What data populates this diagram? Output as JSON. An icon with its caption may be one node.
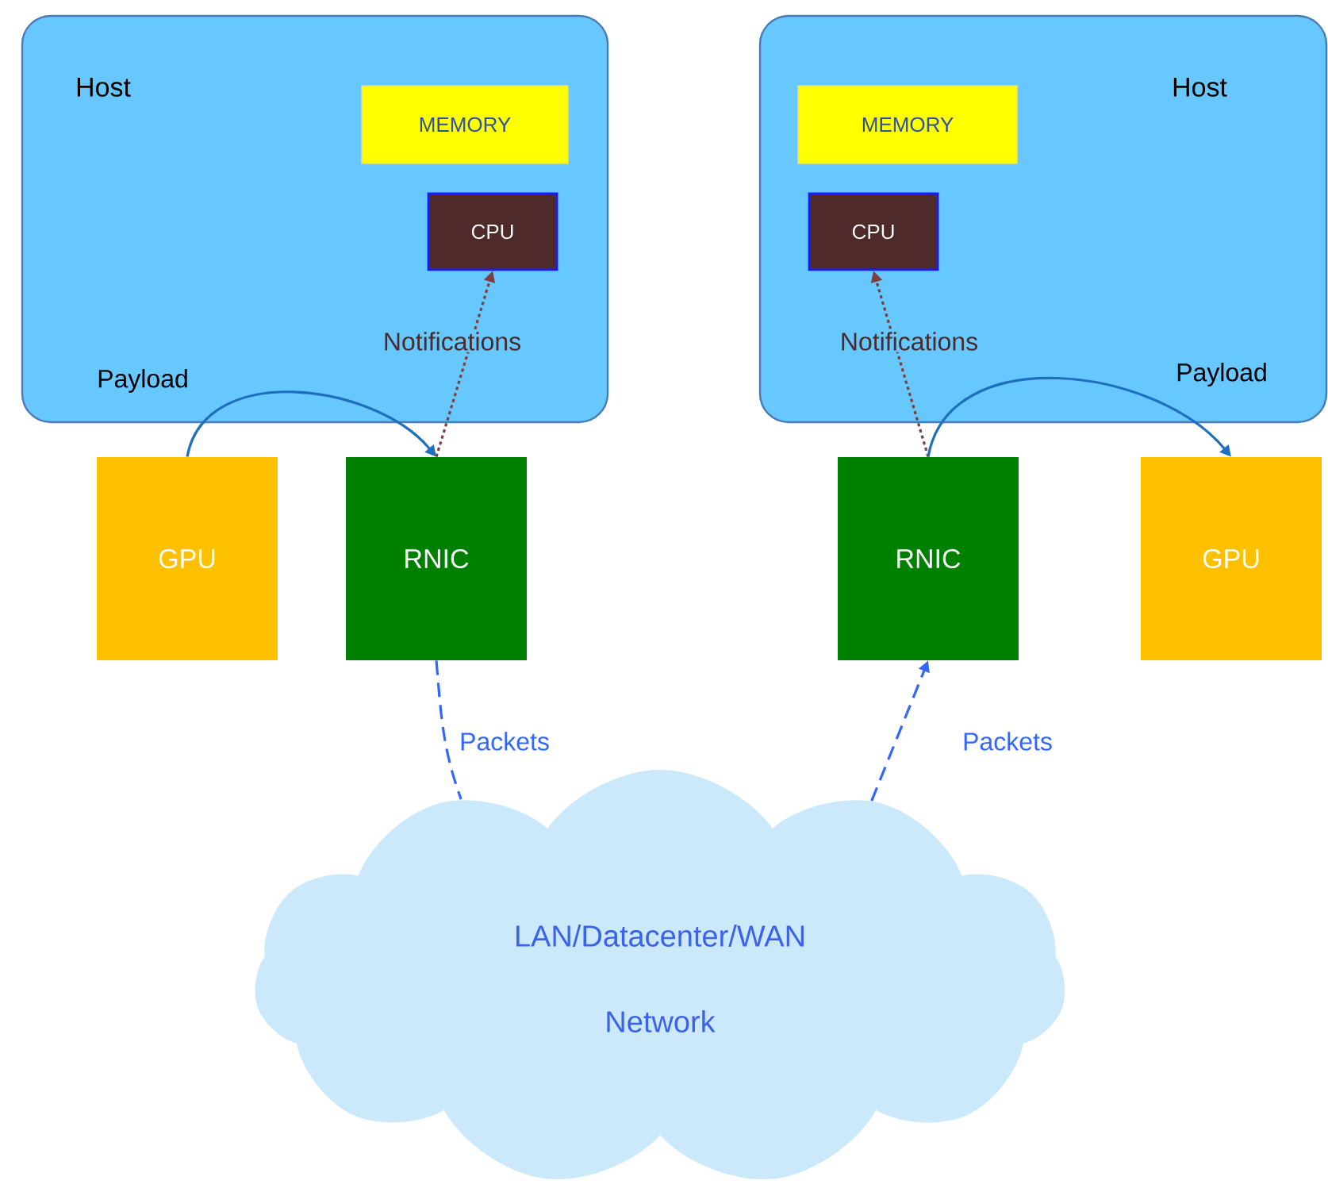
{
  "diagram": {
    "nodes": [
      {
        "text": [
          "Host"
        ]
      },
      {
        "text": [
          "MEMORY"
        ],
        "in": 0
      },
      {
        "text": [
          "CPU"
        ],
        "in": 0
      },
      {
        "text": [
          "Host"
        ]
      },
      {
        "text": [
          "MEMORY"
        ],
        "in": 3
      },
      {
        "text": [
          "CPU"
        ],
        "in": 3
      },
      {
        "text": [
          "GPU"
        ]
      },
      {
        "text": [
          "RNIC"
        ]
      },
      {
        "text": [
          "RNIC"
        ]
      },
      {
        "text": [
          "GPU"
        ]
      },
      {
        "text": [
          "LAN/Datacenter/WAN",
          "Network"
        ]
      }
    ],
    "edges": [
      {
        "from": 6,
        "to": 7,
        "arrow": "to",
        "label": "Payload",
        "color": "#1f6fbf"
      },
      {
        "from": 7,
        "to": 2,
        "arrow": "to",
        "label": "Notifications",
        "style": "dashed",
        "color": "#7b3f3f"
      },
      {
        "from": 7,
        "to": 10,
        "arrow": "none",
        "label": "Packets",
        "style": "dashed",
        "color": "#3366ff"
      },
      {
        "from": 8,
        "to": 5,
        "arrow": "to",
        "label": "Notifications",
        "style": "dashed",
        "color": "#7b3f3f"
      },
      {
        "from": 8,
        "to": 9,
        "arrow": "to",
        "label": "Payload",
        "color": "#1f6fbf"
      },
      {
        "from": 10,
        "to": 8,
        "arrow": "to",
        "label": "Packets",
        "style": "dashed",
        "color": "#3366ff"
      }
    ]
  }
}
